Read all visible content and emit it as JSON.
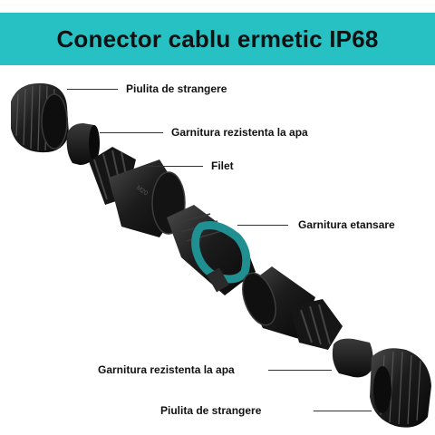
{
  "banner": {
    "title": "Conector cablu ermetic IP68",
    "color": "#27c0c3"
  },
  "labels": {
    "nut_top": "Piulita de strangere",
    "seal_top": "Garnitura rezistenta la apa",
    "thread": "Filet",
    "gasket": "Garnitura etansare",
    "seal_bottom": "Garnitura rezistenta la apa",
    "nut_bottom": "Piulita de strangere"
  },
  "colors": {
    "part_body": "#1b1b1b",
    "gasket_ring": "#1f8f92"
  }
}
